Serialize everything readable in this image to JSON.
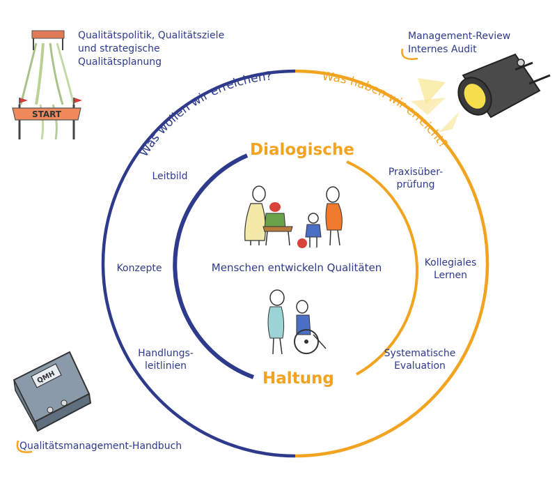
{
  "colors": {
    "navy": "#2e3a8c",
    "orange": "#f2a31f",
    "background": "#ffffff"
  },
  "outer_ring": {
    "left_arc_text": "Was wollen wir erreichen?",
    "right_arc_text": "Was haben wir erreicht?"
  },
  "inner_ring": {
    "top_word": "Dialogische",
    "bottom_word": "Haltung",
    "center_text": "Menschen entwickeln Qualitäten"
  },
  "left_steps": [
    "Leitbild",
    "Konzepte",
    "Handlungs-\nleitlinien"
  ],
  "right_steps": [
    "Praxisüber-\nprüfung",
    "Kollegiales\nLernen",
    "Systematische\nEvaluation"
  ],
  "corners": {
    "top_left": "Qualitätspolitik, Qualitätsziele\nund strategische\nQualitätsplanung",
    "top_right": "Management-Review\nInternes Audit",
    "bottom_left": "Qualitätsmanagement-Handbuch"
  },
  "illustrations": {
    "start_banner_text": "START",
    "handbook_text": "QMH",
    "start_icon": "start-gate-icon",
    "spotlight_icon": "spotlight-icon",
    "handbook_icon": "handbook-icon",
    "people_icon": "people-group-icon",
    "wheelchair_icon": "wheelchair-care-icon"
  }
}
